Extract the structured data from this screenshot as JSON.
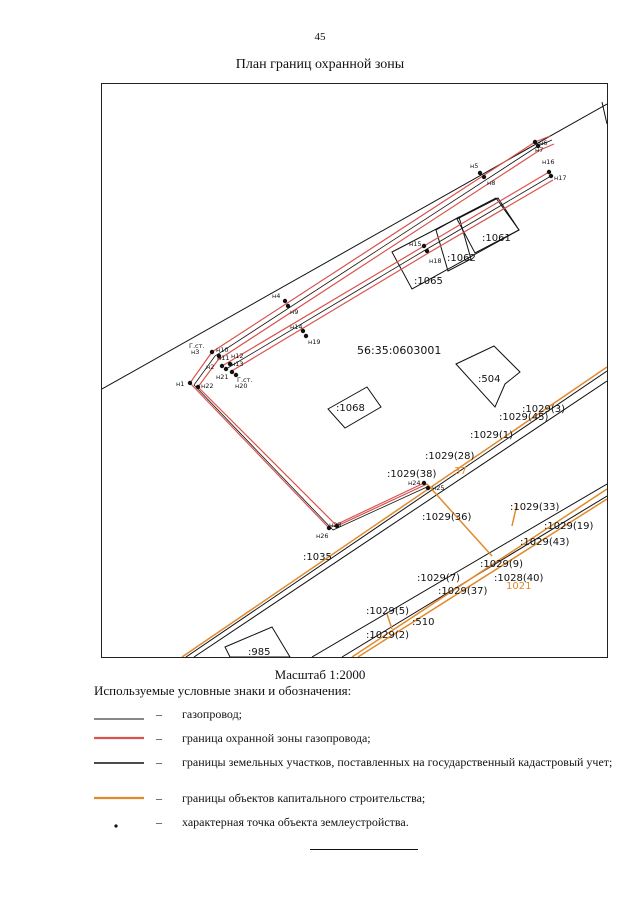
{
  "page_number": "45",
  "title": "План границ охранной зоны",
  "map": {
    "quarter_label": "56:35:0603001",
    "parcel_labels": {
      "p1061": ":1061",
      "p1062": ":1062",
      "p1065": ":1065",
      "p504": ":504",
      "p1068": ":1068",
      "p1035": ":1035",
      "p985": ":985",
      "p510": ":510",
      "p1029_3": ":1029(3)",
      "p1029_45": ":1029(45)",
      "p1029_1": ":1029(1)",
      "p1029_28": ":1029(28)",
      "p1029_38": ":1029(38)",
      "p1029_37a": "37",
      "p1029_36": ":1029(36)",
      "p1029_33": ":1029(33)",
      "p1029_19": ":1029(19)",
      "p1029_43": ":1029(43)",
      "p1029_9": ":1029(9)",
      "p1029_7": ":1029(7)",
      "p1029_40": ":1028(40)",
      "p1029_37": ":1029(37)",
      "p1021": "1021",
      "p1029_5": ":1029(5)",
      "p1029_2": ":1029(2)"
    },
    "point_labels": {
      "n1": "н1",
      "n2": "н2",
      "n3": "н3",
      "n4": "н4",
      "n5": "н5",
      "n6": "н6",
      "n7": "н7",
      "n8": "н8",
      "n9": "н9",
      "n10": "н10",
      "n11": "н11",
      "n12": "н12",
      "n13": "н13",
      "n14": "н14",
      "n15": "н15",
      "n16": "н16",
      "n17": "н17",
      "n18": "н18",
      "n19": "н19",
      "n20": "н20",
      "n21": "н21",
      "n22": "н22",
      "n23": "н23",
      "n24": "н24",
      "n25": "н25",
      "n26": "н26",
      "gst1": "Г.ст.",
      "gst2": "Г.ст."
    }
  },
  "scale": "Масштаб 1:2000",
  "legend": {
    "title": "Используемые условные знаки и обозначения:",
    "dash": "–",
    "items": [
      {
        "text": "газопровод;",
        "color": "#111111"
      },
      {
        "text": "граница охранной зоны газопровода;",
        "color": "#d9534f"
      },
      {
        "text": "границы земельных участков, поставленных на государственный кадастровый учет;",
        "color": "#111111"
      },
      {
        "text": "границы объектов капитального строительства;",
        "color": "#e08a2c"
      },
      {
        "text": "характерная точка объекта землеустройства.",
        "color": "#111111"
      }
    ]
  },
  "colors": {
    "gas": "#111111",
    "zone": "#d9534f",
    "parcel": "#111111",
    "building": "#e08a2c"
  }
}
